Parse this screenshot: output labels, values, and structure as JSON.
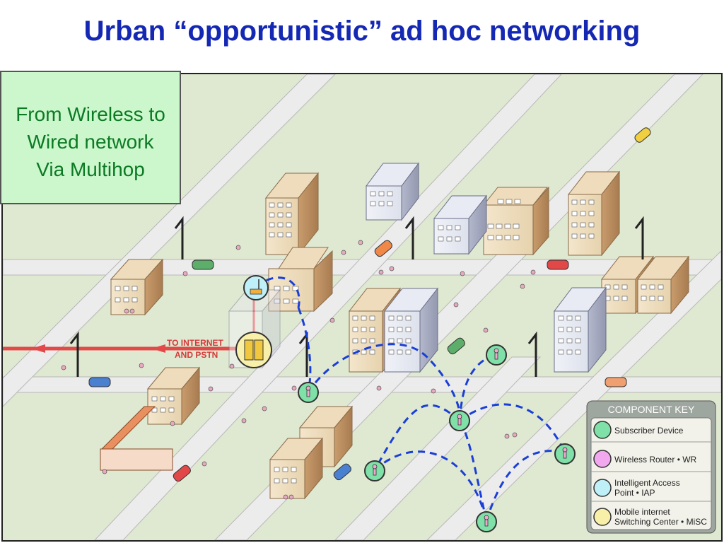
{
  "title": "Urban “opportunistic” ad hoc networking",
  "note": {
    "line1": "From Wireless to",
    "line2": "Wired network",
    "line3": "Via Multihop"
  },
  "internet_label": {
    "line1": "TO INTERNET",
    "line2": "AND PSTN"
  },
  "component_key": {
    "title": "COMPONENT KEY",
    "items": [
      {
        "label": "Subscriber Device",
        "color": "#7fe0a8"
      },
      {
        "label": "Wireless Router • WR",
        "color": "#f2a8ee"
      },
      {
        "label": "Intelligent Access",
        "label2": "Point • IAP",
        "color": "#bff0f8"
      },
      {
        "label": "Mobile internet",
        "label2": "Switching Center • MiSC",
        "color": "#f8f0a8"
      }
    ]
  },
  "colors": {
    "title": "#1428b4",
    "note_bg": "#ccf7cc",
    "note_text": "#0c7a24",
    "link": "#1a3fd8",
    "wired": "#e24a4a"
  }
}
